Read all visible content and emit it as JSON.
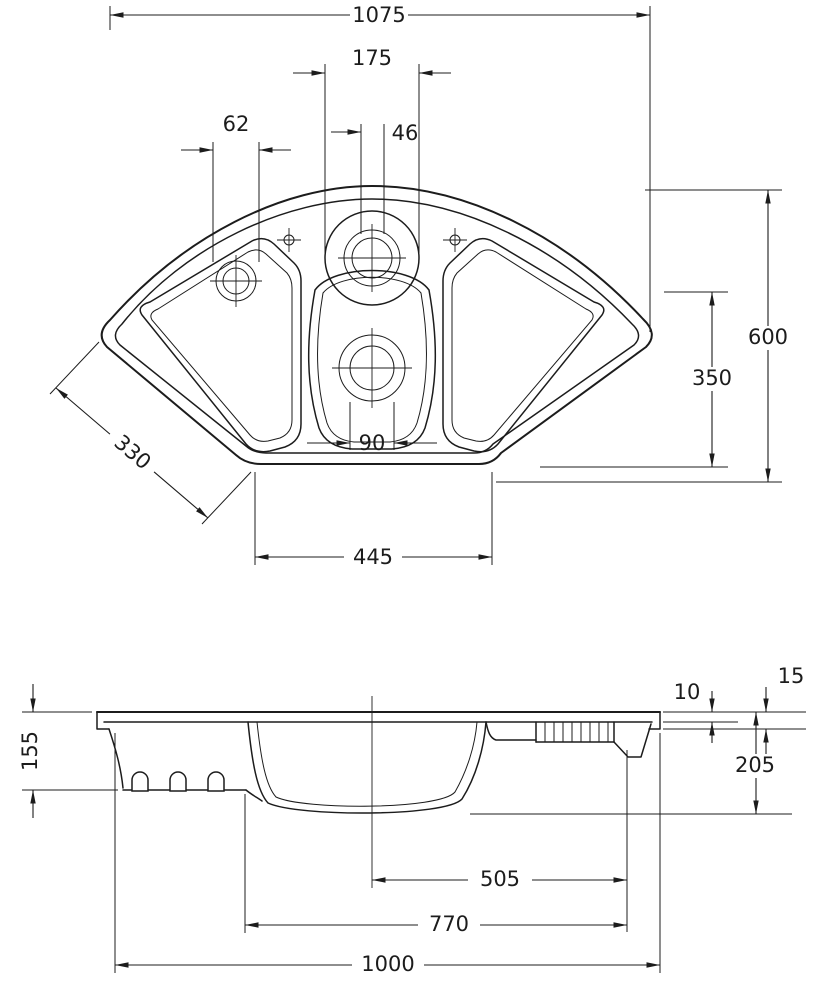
{
  "drawing": {
    "colors": {
      "line": "#1c1c1c",
      "background": "#ffffff"
    },
    "views": {
      "plan": {
        "dimensions": {
          "overall_width": "1075",
          "center_bowl_diameter": "175",
          "accessory_hole": "62",
          "tap_hole": "46",
          "overall_depth": "600",
          "bowl_depth_position": "350",
          "side_edge": "330",
          "drain_diameter": "90",
          "front_edge_width": "445"
        }
      },
      "section": {
        "dimensions": {
          "rim_step_height": "10",
          "rim_height": "15",
          "side_bowl_depth": "155",
          "main_bowl_depth": "205",
          "drain_center_offset": "505",
          "inner_width": "770",
          "body_width": "1000"
        }
      }
    }
  }
}
